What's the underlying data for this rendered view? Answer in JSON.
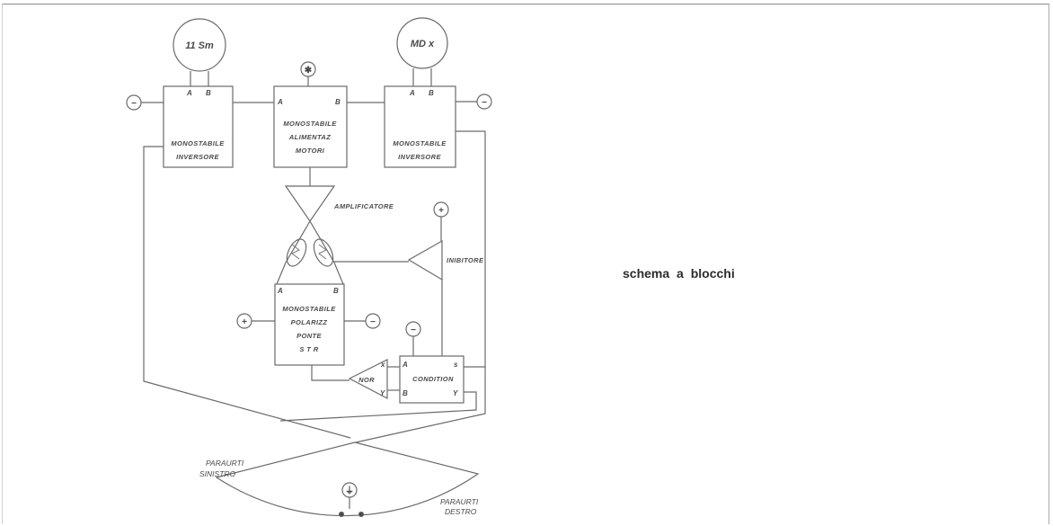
{
  "caption": "schema a blocchi",
  "motors": {
    "left": "11 Sm",
    "right": "MD x"
  },
  "blocks": {
    "mono_left": [
      "MONOSTABILE",
      "INVERSORE"
    ],
    "mono_center": [
      "MONOSTABILE",
      "ALIMENTAZ",
      "MOTORI"
    ],
    "mono_right": [
      "MONOSTABILE",
      "INVERSORE"
    ],
    "mono_bridge": [
      "MONOSTABILE",
      "POLARIZZ",
      "PONTE",
      "S T R"
    ],
    "condition": "CONDITION",
    "nor": "NOR",
    "amplifier": "AMPLIFICATORE",
    "inhibitor": "INIBITORE"
  },
  "ports": {
    "a": "A",
    "b": "B",
    "x": "x",
    "y": "Y",
    "s": "s",
    "b_lower": "B",
    "a_lower": "A"
  },
  "symbols": {
    "minus": "−",
    "plus": "+",
    "ground": "⏚",
    "star": "✱"
  },
  "bumpers": {
    "left": [
      "PARAURTI",
      "SINISTRO"
    ],
    "right": [
      "PARAURTI",
      "DESTRO"
    ]
  }
}
